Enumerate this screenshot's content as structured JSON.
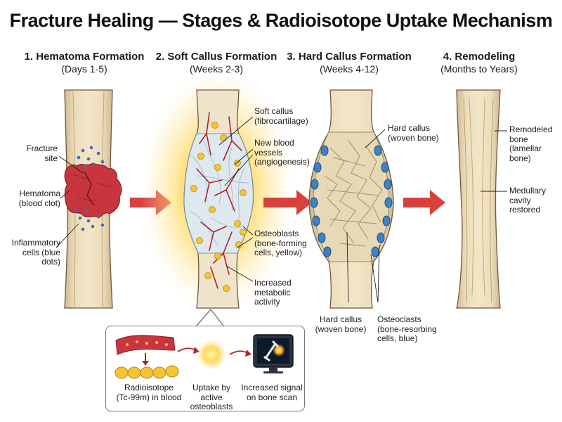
{
  "title": "Fracture Healing — Stages & Radioisotope Uptake Mechanism",
  "stages": [
    {
      "title": "1. Hematoma Formation",
      "time": "(Days 1-5)"
    },
    {
      "title": "2. Soft Callus Formation",
      "time": "(Weeks 2-3)"
    },
    {
      "title": "3. Hard Callus Formation",
      "time": "(Weeks 4-12)"
    },
    {
      "title": "4. Remodeling",
      "time": "(Months to Years)"
    }
  ],
  "labels": {
    "fracture_site": [
      "Fracture",
      "site"
    ],
    "hematoma": [
      "Hematoma",
      "(blood clot)"
    ],
    "inflammatory": [
      "Inflammatory",
      "cells (blue",
      "dots)"
    ],
    "soft_callus": [
      "Soft callus",
      "(fibrocartilage)"
    ],
    "blood_vessels": [
      "New blood",
      "vessels",
      "(angiogenesis)"
    ],
    "osteoblasts": [
      "Osteoblasts",
      "(bone-forming",
      "cells, yellow)"
    ],
    "metabolic": [
      "Increased",
      "metabolic",
      "activity"
    ],
    "hard_callus_top": [
      "Hard callus",
      "(woven bone)"
    ],
    "hard_callus_bottom": [
      "Hard callus",
      "(woven bone)"
    ],
    "osteoclasts": [
      "Osteoclasts",
      "(bone-resorbing",
      "cells, blue)"
    ],
    "remodeled": [
      "Remodeled",
      "bone",
      "(lamellar",
      "bone)"
    ],
    "medullary": [
      "Medullary",
      "cavity",
      "restored"
    ]
  },
  "inset": {
    "radioisotope": [
      "Radioisotope",
      "(Tc-99m) in blood"
    ],
    "uptake": [
      "Uptake by",
      "active osteoblasts"
    ],
    "signal": [
      "Increased signal",
      "on bone scan"
    ]
  },
  "colors": {
    "bone": "#e9d7b4",
    "cortex": "#a9c3cf",
    "hematoma": "#c8353e",
    "arrow": "#d9413c",
    "osteoblast": "#f4c531",
    "osteoclast": "#3f82c4",
    "glow": "#ffd54a"
  }
}
